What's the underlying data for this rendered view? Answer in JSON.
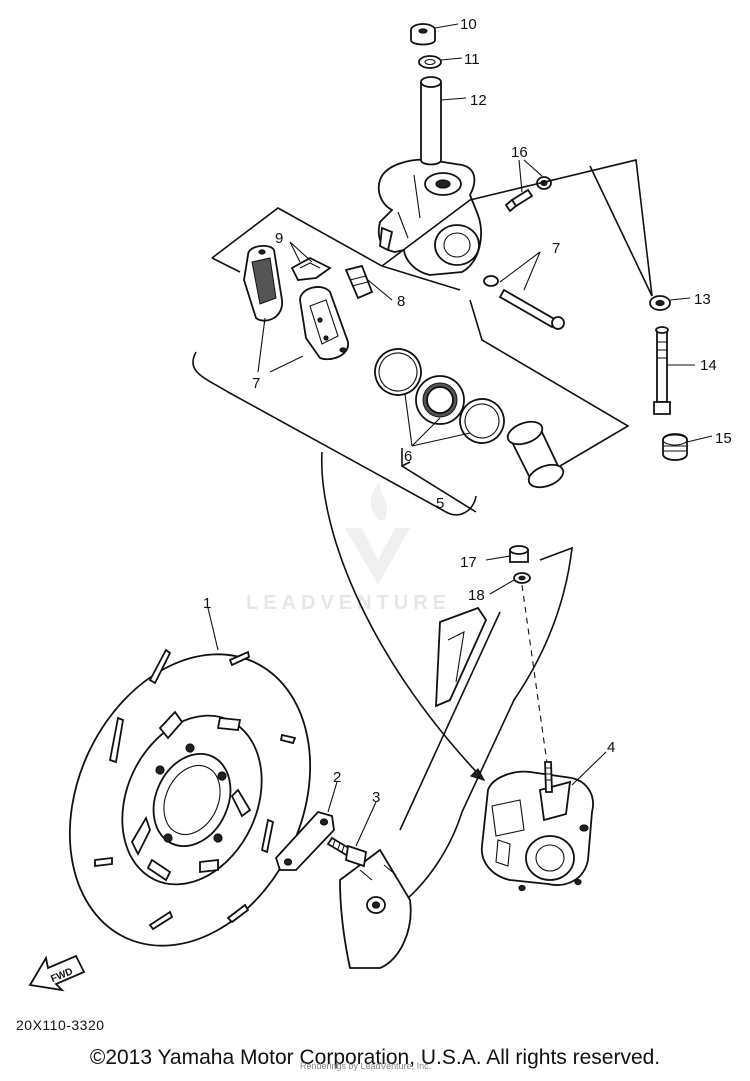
{
  "diagram": {
    "callouts": [
      {
        "id": "10",
        "label": "10"
      },
      {
        "id": "11",
        "label": "11"
      },
      {
        "id": "12",
        "label": "12"
      },
      {
        "id": "16",
        "label": "16"
      },
      {
        "id": "9",
        "label": "9"
      },
      {
        "id": "7a",
        "label": "7"
      },
      {
        "id": "8",
        "label": "8"
      },
      {
        "id": "7b",
        "label": "7"
      },
      {
        "id": "13",
        "label": "13"
      },
      {
        "id": "14",
        "label": "14"
      },
      {
        "id": "15",
        "label": "15"
      },
      {
        "id": "6",
        "label": "6"
      },
      {
        "id": "5",
        "label": "5"
      },
      {
        "id": "17",
        "label": "17"
      },
      {
        "id": "18",
        "label": "18"
      },
      {
        "id": "1",
        "label": "1"
      },
      {
        "id": "4",
        "label": "4"
      },
      {
        "id": "2",
        "label": "2"
      },
      {
        "id": "3",
        "label": "3"
      }
    ],
    "fwd_label": "FWD"
  },
  "footer": {
    "diagram_code": "20X110-3320",
    "copyright": "©2013 Yamaha Motor Corporation, U.S.A. All rights reserved.",
    "credit": "Renderings by LeadVenture, Inc."
  },
  "watermark": {
    "wordmark": "LEADVENTURE"
  }
}
